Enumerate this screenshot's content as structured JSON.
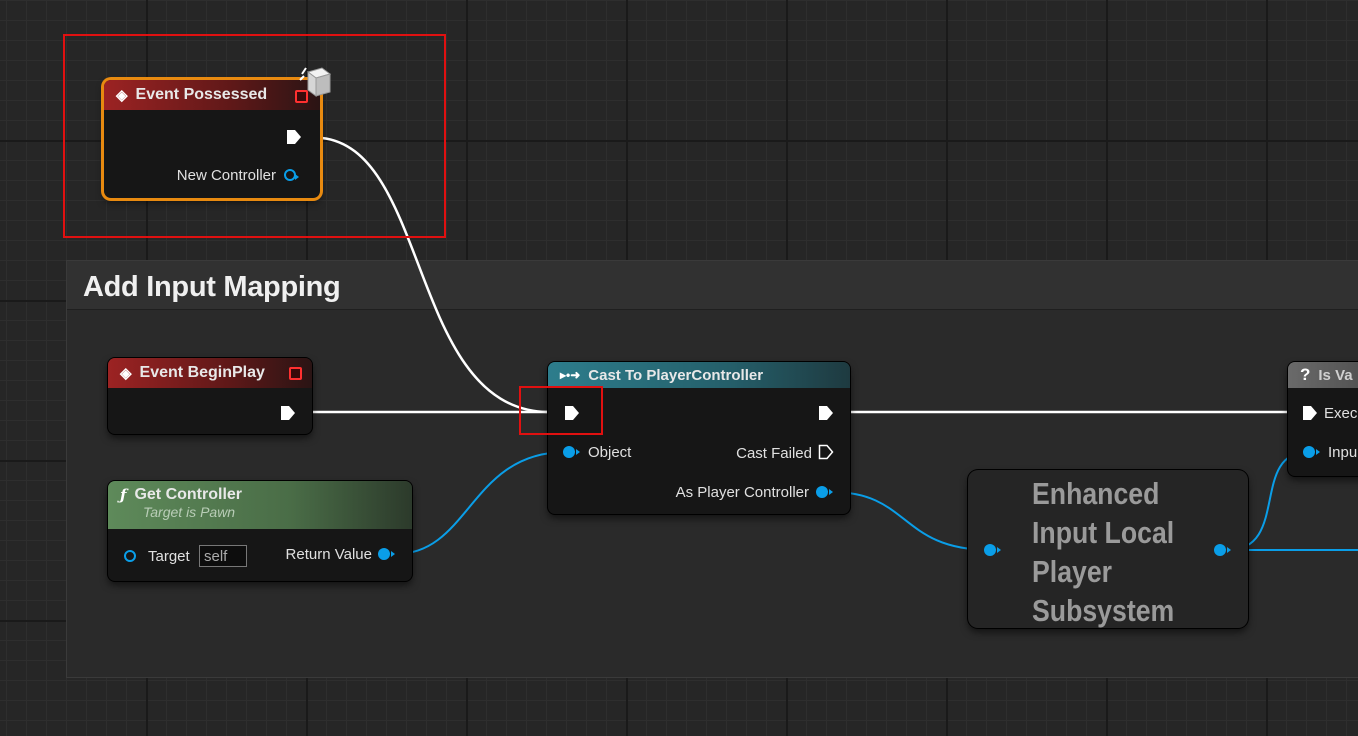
{
  "comment": {
    "title": "Add Input Mapping"
  },
  "event_possessed": {
    "title": "Event Possessed",
    "pin_new_controller": "New Controller"
  },
  "event_beginplay": {
    "title": "Event BeginPlay"
  },
  "get_controller": {
    "title": "Get Controller",
    "subtitle": "Target is Pawn",
    "pin_target": "Target",
    "target_default": "self",
    "pin_return": "Return Value"
  },
  "cast_node": {
    "title": "Cast To PlayerController",
    "pin_object": "Object",
    "pin_cast_failed": "Cast Failed",
    "pin_as_player_controller": "As Player Controller"
  },
  "enhanced_input": {
    "title": "Enhanced Input Local Player Subsystem"
  },
  "is_valid": {
    "title": "Is Va",
    "pin_exec": "Exec",
    "pin_input": "Inpu"
  },
  "icons": {
    "event": "diamond-event-icon",
    "function": "function-icon",
    "cast": "cast-icon",
    "question": "question-icon",
    "replicated": "replicated-cube-icon"
  },
  "colors": {
    "data_pin": "#0a9ee8",
    "selection": "#e01010",
    "event_header": "#9c2323",
    "cast_header": "#2d7d8c",
    "pure_header": "#5e8a5a"
  }
}
